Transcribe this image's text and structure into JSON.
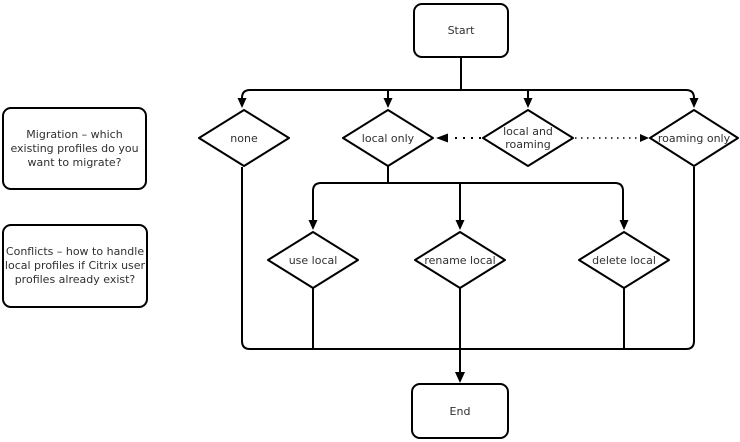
{
  "diagram": {
    "nodes": {
      "start": {
        "label": "Start",
        "type": "terminator"
      },
      "none": {
        "label": "none",
        "type": "decision"
      },
      "local_only": {
        "label": "local only",
        "type": "decision"
      },
      "local_and_roaming": {
        "label_line1": "local and",
        "label_line2": "roaming",
        "type": "decision"
      },
      "roaming_only": {
        "label": "roaming only",
        "type": "decision"
      },
      "use_local": {
        "label": "use local",
        "type": "decision"
      },
      "rename_local": {
        "label": "rename local",
        "type": "decision"
      },
      "delete_local": {
        "label": "delete local",
        "type": "decision"
      },
      "end": {
        "label": "End",
        "type": "terminator"
      }
    },
    "annotations": {
      "migration": {
        "line1": "Migration – which",
        "line2": "existing profiles do you",
        "line3": "want to migrate?"
      },
      "conflicts": {
        "line1": "Conflicts – how to handle",
        "line2": "local profiles if Citrix user",
        "line3": "profiles already exist?"
      }
    },
    "edges": [
      {
        "from": "start",
        "to": "none",
        "style": "solid-arrow"
      },
      {
        "from": "start",
        "to": "local_only",
        "style": "solid-arrow"
      },
      {
        "from": "start",
        "to": "local_and_roaming",
        "style": "solid-arrow"
      },
      {
        "from": "start",
        "to": "roaming_only",
        "style": "solid-arrow"
      },
      {
        "from": "local_and_roaming",
        "to": "local_only",
        "style": "dotted-arrow"
      },
      {
        "from": "local_and_roaming",
        "to": "roaming_only",
        "style": "dotted-arrow"
      },
      {
        "from": "local_only",
        "to": "use_local",
        "style": "solid-arrow"
      },
      {
        "from": "local_only",
        "to": "rename_local",
        "style": "solid-arrow"
      },
      {
        "from": "local_only",
        "to": "delete_local",
        "style": "solid-arrow"
      },
      {
        "from": "none",
        "to": "end",
        "style": "solid"
      },
      {
        "from": "use_local",
        "to": "end",
        "style": "solid"
      },
      {
        "from": "rename_local",
        "to": "end",
        "style": "solid-arrow"
      },
      {
        "from": "delete_local",
        "to": "end",
        "style": "solid"
      },
      {
        "from": "roaming_only",
        "to": "end",
        "style": "solid"
      }
    ],
    "colors": {
      "stroke": "#000000",
      "text": "#303030",
      "background": "#ffffff"
    }
  }
}
